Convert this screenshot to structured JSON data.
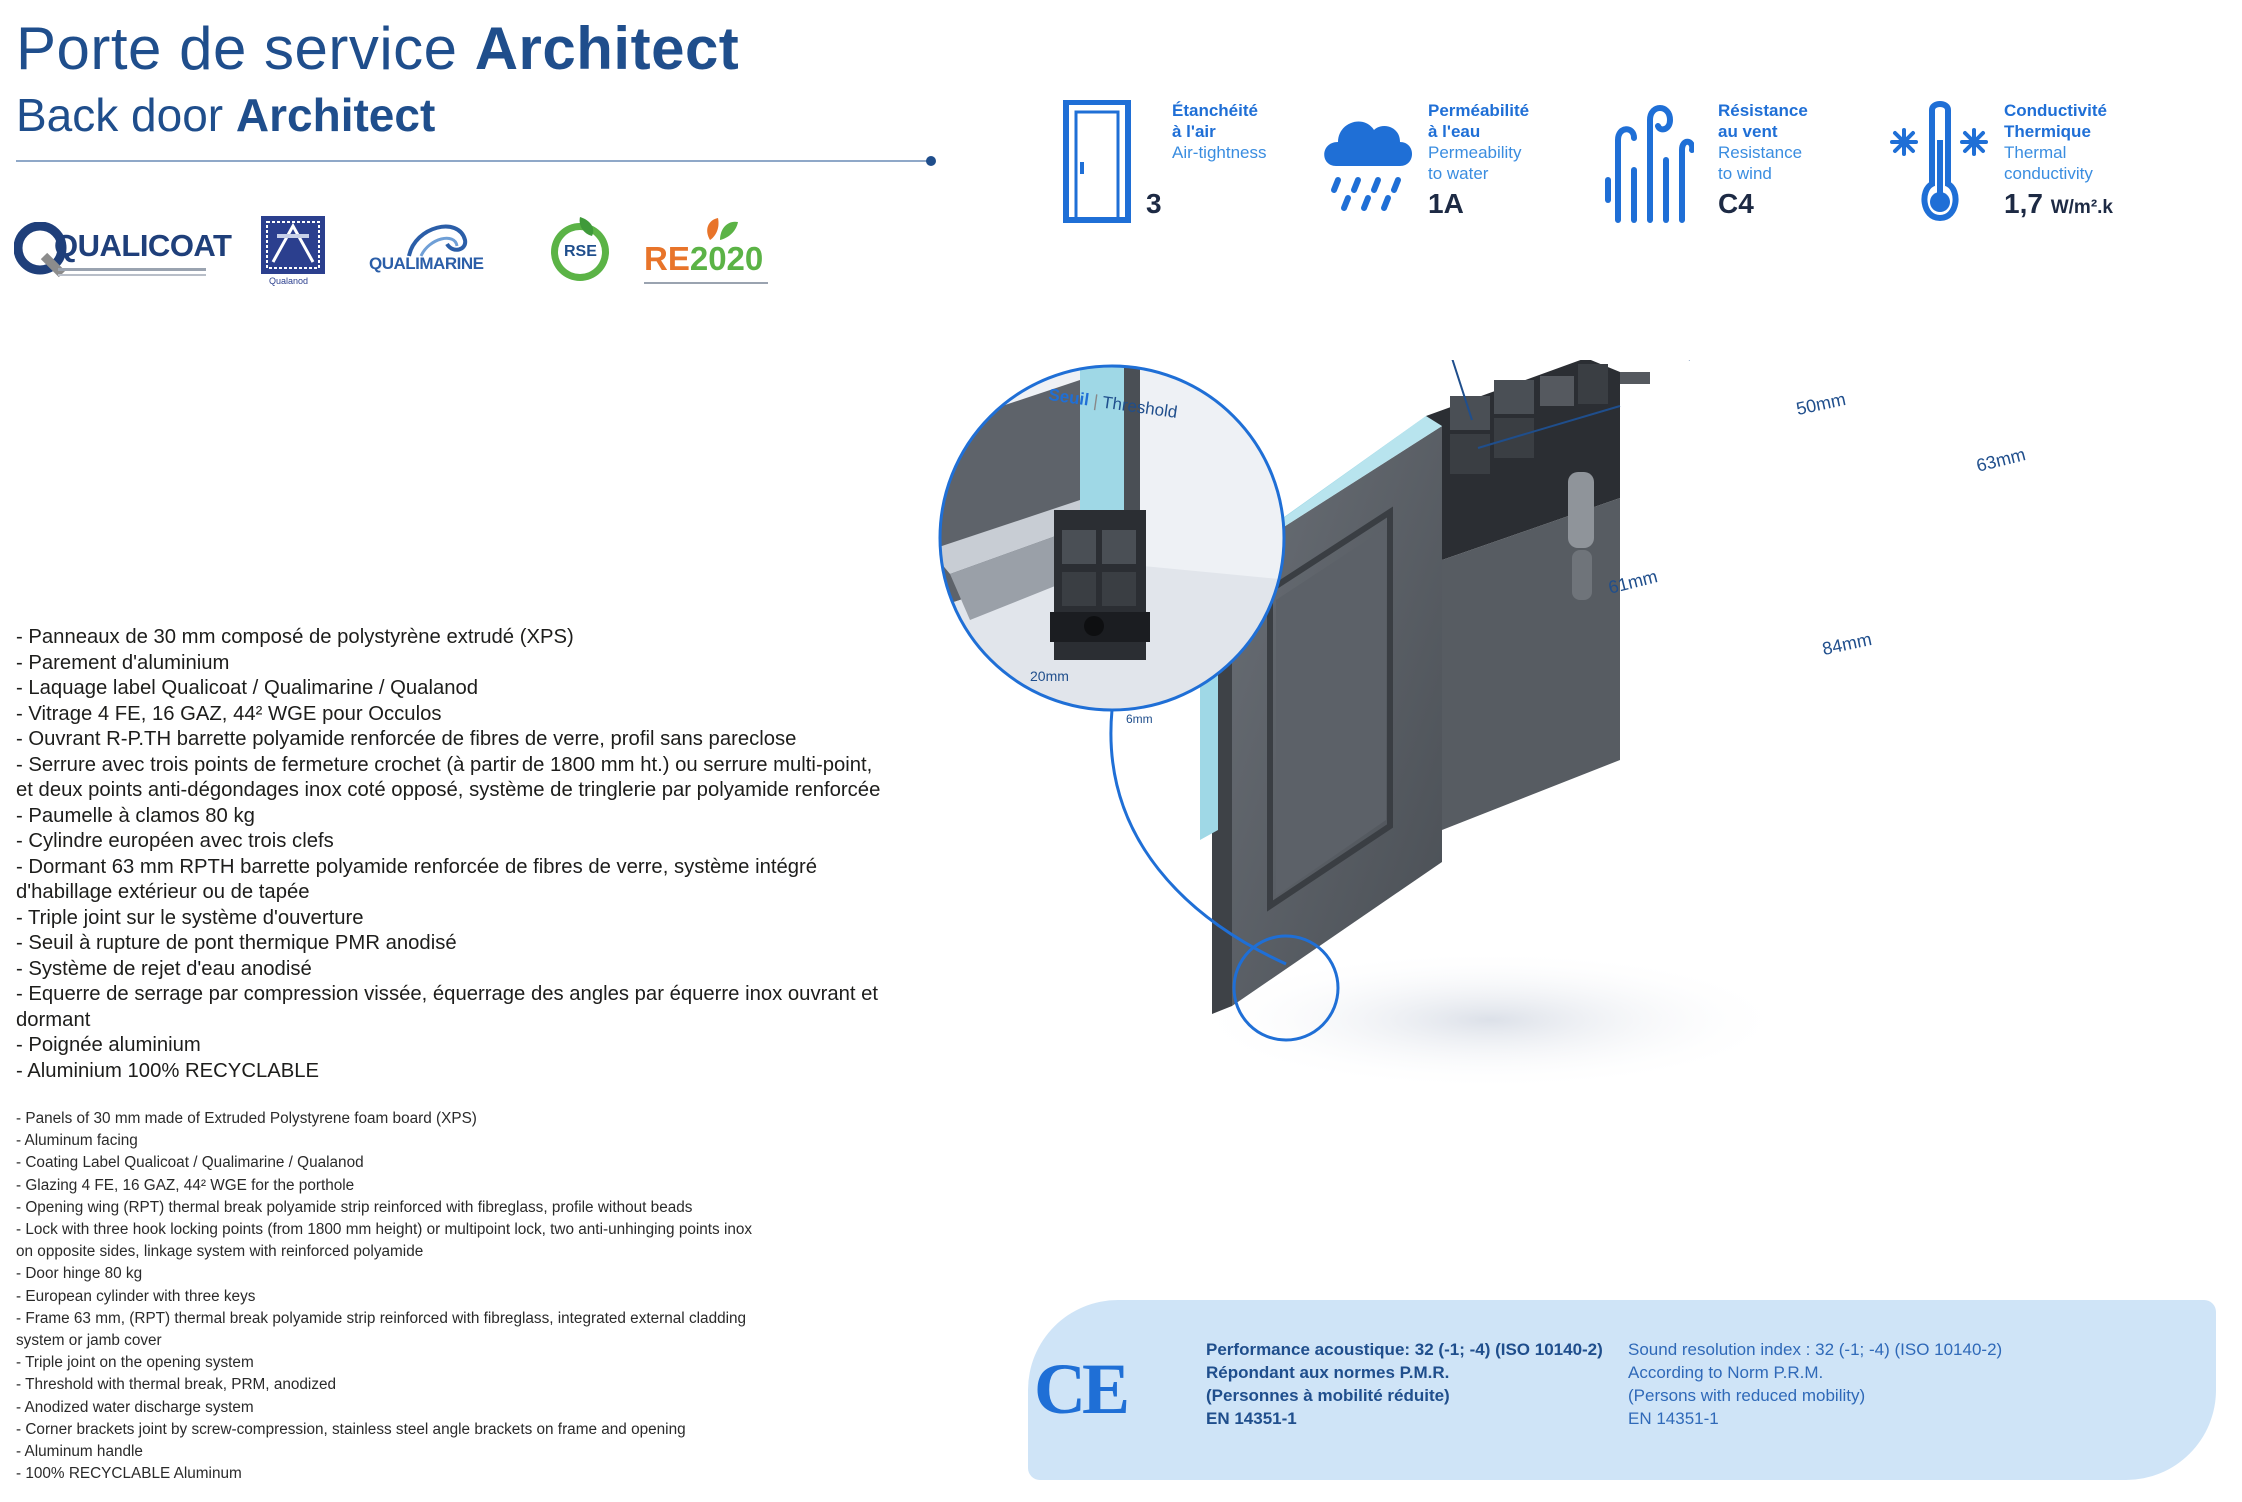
{
  "header": {
    "title_fr_regular": "Porte de service ",
    "title_fr_bold": "Architect",
    "title_en_regular": "Back door ",
    "title_en_bold": "Architect"
  },
  "logos": [
    {
      "name": "qualicoat-logo",
      "text": "QUALICOAT"
    },
    {
      "name": "qualanod-logo",
      "text": "Qualanod"
    },
    {
      "name": "qualimarine-logo",
      "text": "QUALIMARINE"
    },
    {
      "name": "rse-logo",
      "text": "RSE"
    },
    {
      "name": "re2020-logo",
      "text_re": "RE",
      "text_year": "2020"
    }
  ],
  "performance": [
    {
      "icon": "door-icon",
      "label_fr": [
        "Étanchéité",
        "à l'air"
      ],
      "label_en": [
        "Air-tightness"
      ],
      "value": "3"
    },
    {
      "icon": "rain-cloud-icon",
      "label_fr": [
        "Perméabilité",
        "à l'eau"
      ],
      "label_en": [
        "Permeability",
        "to water"
      ],
      "value": "1A"
    },
    {
      "icon": "wind-icon",
      "label_fr": [
        "Résistance",
        "au vent"
      ],
      "label_en": [
        "Resistance",
        "to wind"
      ],
      "value": "C4"
    },
    {
      "icon": "thermometer-icon",
      "label_fr": [
        "Conductivité",
        "Thermique"
      ],
      "label_en": [
        "Thermal",
        "conductivity"
      ],
      "value": "1,7",
      "unit": "W/m².k"
    }
  ],
  "features_fr": [
    "- Panneaux de 30 mm composé de polystyrène extrudé (XPS)",
    "- Parement d'aluminium",
    "- Laquage label Qualicoat / Qualimarine / Qualanod",
    "- Vitrage 4 FE, 16 GAZ, 44² WGE pour Occulos",
    "- Ouvrant R-P.TH barrette polyamide renforcée de fibres de verre, profil sans pareclose",
    "- Serrure avec trois points de fermeture crochet (à partir de 1800 mm ht.) ou serrure multi-point,",
    "et deux points anti-dégondages inox coté opposé, système de tringlerie par polyamide renforcée",
    "- Paumelle à clamos 80 kg",
    "- Cylindre européen  avec trois clefs",
    "- Dormant 63 mm RPTH barrette polyamide renforcée de fibres de verre, système intégré",
    "d'habillage extérieur ou de tapée",
    "- Triple joint sur le système d'ouverture",
    "- Seuil à rupture de pont thermique PMR anodisé",
    "- Système de rejet d'eau anodisé",
    "- Equerre de serrage par compression vissée, équerrage des angles par équerre inox ouvrant et",
    "dormant",
    "- Poignée aluminium",
    "- Aluminium 100% RECYCLABLE"
  ],
  "features_en": [
    "- Panels of 30 mm made of Extruded Polystyrene foam board (XPS)",
    "- Aluminum facing",
    "- Coating Label Qualicoat / Qualimarine / Qualanod",
    "- Glazing 4 FE, 16 GAZ, 44² WGE for the porthole",
    "- Opening wing (RPT) thermal break polyamide strip reinforced with fibreglass, profile without beads",
    "- Lock with three hook locking points (from 1800 mm height) or multipoint lock, two anti-unhinging points inox",
    "on opposite sides, linkage system with  reinforced polyamide",
    "- Door hinge 80 kg",
    "- European cylinder with three keys",
    "- Frame 63 mm, (RPT) thermal break polyamide strip reinforced with fibreglass, integrated external cladding",
    "system or jamb cover",
    "- Triple joint on the opening system",
    "- Threshold with thermal break, PRM, anodized",
    "- Anodized water discharge system",
    "- Corner brackets joint by screw-compression, stainless steel angle brackets on frame and opening",
    "- Aluminum handle",
    "- 100% RECYCLABLE Aluminum"
  ],
  "diagram": {
    "threshold_label_fr": "Seuil",
    "threshold_label_sep": " | ",
    "threshold_label_en": "Threshold",
    "dim_threshold_h": "20mm",
    "dim_threshold_w": "6mm",
    "dim_top": "50mm",
    "dim_side": "63mm",
    "dim_panel": "61mm",
    "dim_bottom": "84mm"
  },
  "certification": {
    "ce": "CE",
    "fr": [
      "Performance acoustique: 32 (-1; -4) (ISO 10140-2)",
      "Répondant aux normes P.M.R.",
      "(Personnes à mobilité réduite)",
      "EN 14351-1"
    ],
    "en": [
      "Sound resolution index : 32 (-1; -4) (ISO 10140-2)",
      "According to Norm P.R.M.",
      "(Persons with reduced mobility)",
      "EN 14351-1"
    ]
  },
  "colors": {
    "brand_dark_blue": "#1f4e8c",
    "brand_light_blue": "#1f6fd6",
    "band_blue": "#cfe4f7",
    "profile_gray": "#555a60",
    "insulation_cyan": "#9fd8e6"
  }
}
